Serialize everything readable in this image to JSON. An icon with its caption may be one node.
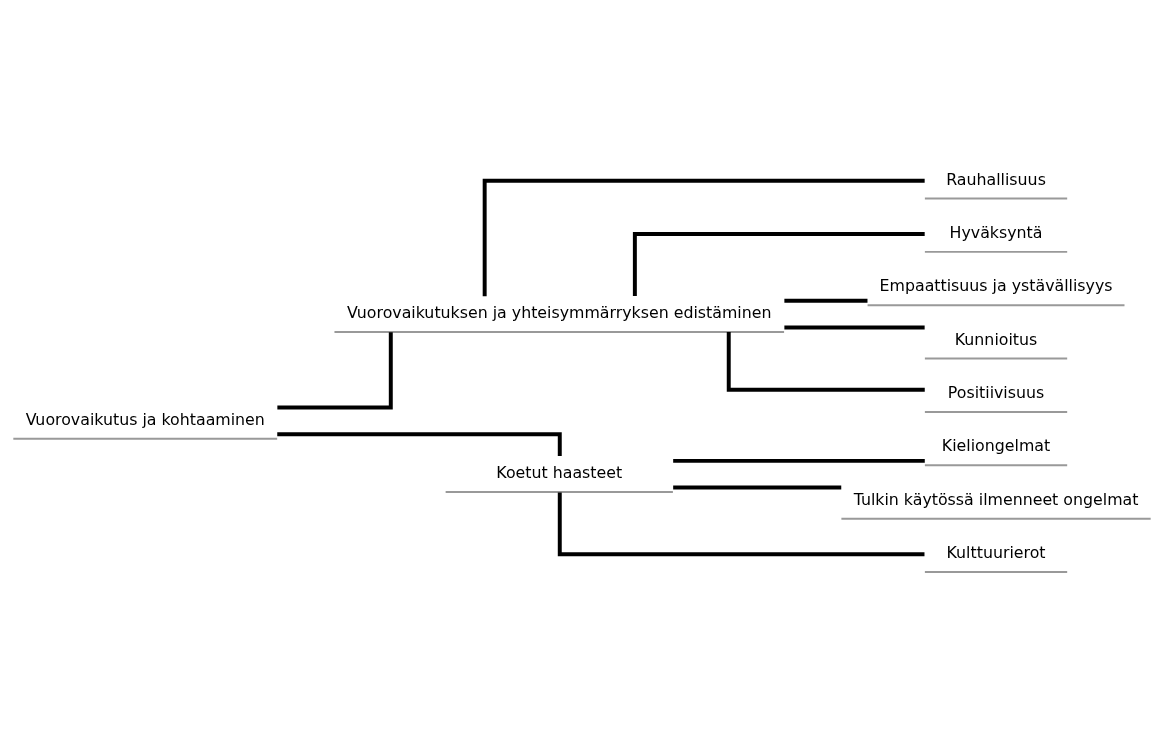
{
  "diagram": {
    "nodes": [
      {
        "text": [
          "Vuorovaikutus ja kohtaaminen"
        ]
      },
      {
        "text": [
          "Vuorovaikutuksen ja yhteisymmärryksen edistäminen"
        ]
      },
      {
        "text": [
          "Koetut haasteet"
        ]
      },
      {
        "text": [
          "Rauhallisuus"
        ]
      },
      {
        "text": [
          "Hyväksyntä"
        ]
      },
      {
        "text": [
          "Empaattisuus ja ystävällisyys"
        ]
      },
      {
        "text": [
          "Kunnioitus"
        ]
      },
      {
        "text": [
          "Positiivisuus"
        ]
      },
      {
        "text": [
          "Kieliongelmat"
        ]
      },
      {
        "text": [
          "Tulkin käytössä ilmenneet ongelmat"
        ]
      },
      {
        "text": [
          "Kulttuurierot"
        ]
      }
    ],
    "edges": [
      {
        "from": 0,
        "to": 1,
        "arrow": "none"
      },
      {
        "from": 0,
        "to": 2,
        "arrow": "none"
      },
      {
        "from": 1,
        "to": 3,
        "arrow": "none"
      },
      {
        "from": 1,
        "to": 4,
        "arrow": "none"
      },
      {
        "from": 1,
        "to": 5,
        "arrow": "none"
      },
      {
        "from": 1,
        "to": 6,
        "arrow": "none"
      },
      {
        "from": 1,
        "to": 7,
        "arrow": "none"
      },
      {
        "from": 2,
        "to": 8,
        "arrow": "none"
      },
      {
        "from": 2,
        "to": 9,
        "arrow": "none"
      },
      {
        "from": 2,
        "to": 10,
        "arrow": "none"
      }
    ]
  }
}
